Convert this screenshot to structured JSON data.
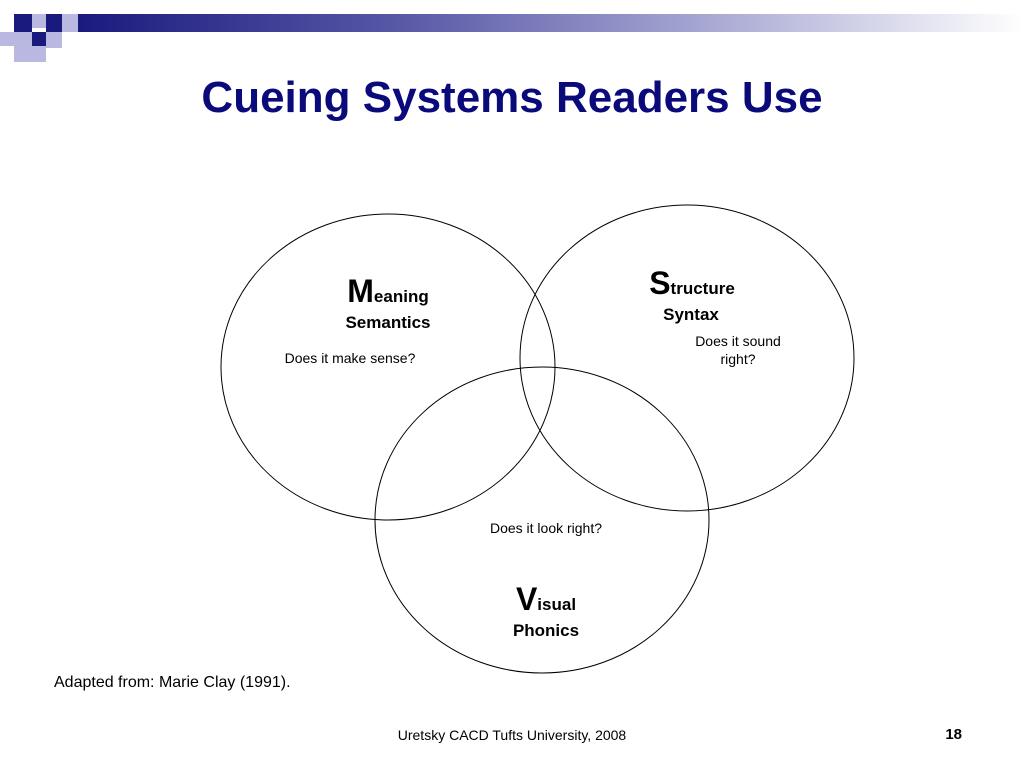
{
  "slide": {
    "title": "Cueing Systems Readers Use",
    "meaning": {
      "initial": "M",
      "rest": "eaning",
      "subtitle": "Semantics",
      "question": "Does it make sense?"
    },
    "structure": {
      "initial": "S",
      "rest": "tructure",
      "subtitle": "Syntax",
      "question_line1": "Does it sound",
      "question_line2": "right?"
    },
    "visual": {
      "initial": "V",
      "rest": "isual",
      "subtitle": "Phonics",
      "question": "Does it look right?"
    },
    "credit": "Adapted from: Marie Clay (1991).",
    "footer": "Uretsky CACD Tufts University, 2008",
    "page_number": "18"
  },
  "colors": {
    "title": "#0a0a7a",
    "accent_navy": "#1a1a7e",
    "accent_light": "#b8b8e0"
  }
}
